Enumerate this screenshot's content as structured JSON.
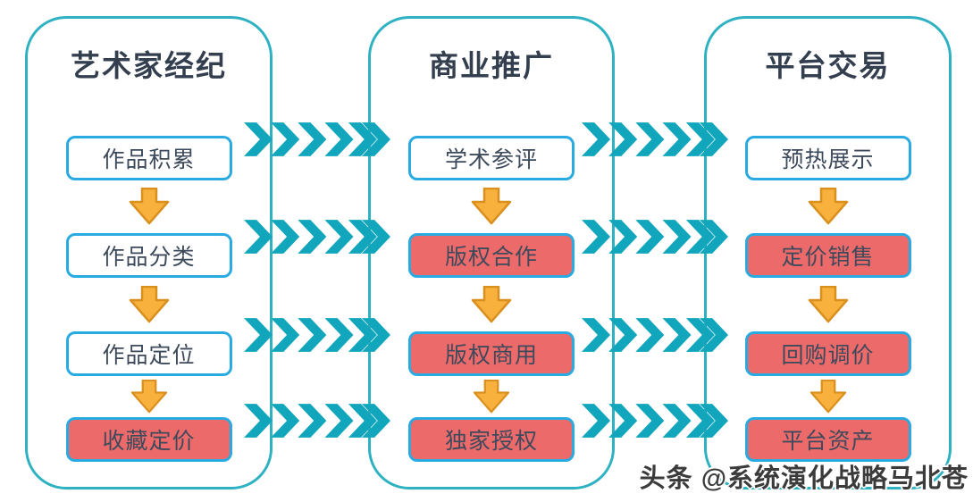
{
  "diagram": {
    "columns": [
      {
        "title": "艺术家经纪",
        "boxes": [
          {
            "label": "作品积累",
            "variant": "plain"
          },
          {
            "label": "作品分类",
            "variant": "plain"
          },
          {
            "label": "作品定位",
            "variant": "plain"
          },
          {
            "label": "收藏定价",
            "variant": "filled"
          }
        ]
      },
      {
        "title": "商业推广",
        "boxes": [
          {
            "label": "学术参评",
            "variant": "plain"
          },
          {
            "label": "版权合作",
            "variant": "filled"
          },
          {
            "label": "版权商用",
            "variant": "filled"
          },
          {
            "label": "独家授权",
            "variant": "filled"
          }
        ]
      },
      {
        "title": "平台交易",
        "boxes": [
          {
            "label": "预热展示",
            "variant": "plain"
          },
          {
            "label": "定价销售",
            "variant": "filled"
          },
          {
            "label": "回购调价",
            "variant": "filled"
          },
          {
            "label": "平台资产",
            "variant": "filled"
          }
        ]
      }
    ],
    "watermark": "头条 @系统演化战略马北苍",
    "icons": {
      "down_arrow": "down-arrow-icon",
      "chevron_run": "chevron-flow-arrow-icon"
    },
    "colors": {
      "col_border": "#2eb2c2",
      "box_border": "#29abe2",
      "chevron": "#11a6bc",
      "red_fill": "#ed6a6a",
      "arrow_fill": "#f8b13c",
      "arrow_stroke": "#d9901f",
      "title_text": "#333f4f",
      "box_text": "#3d4a5c",
      "watermark_text": "#3b3b3b"
    }
  }
}
